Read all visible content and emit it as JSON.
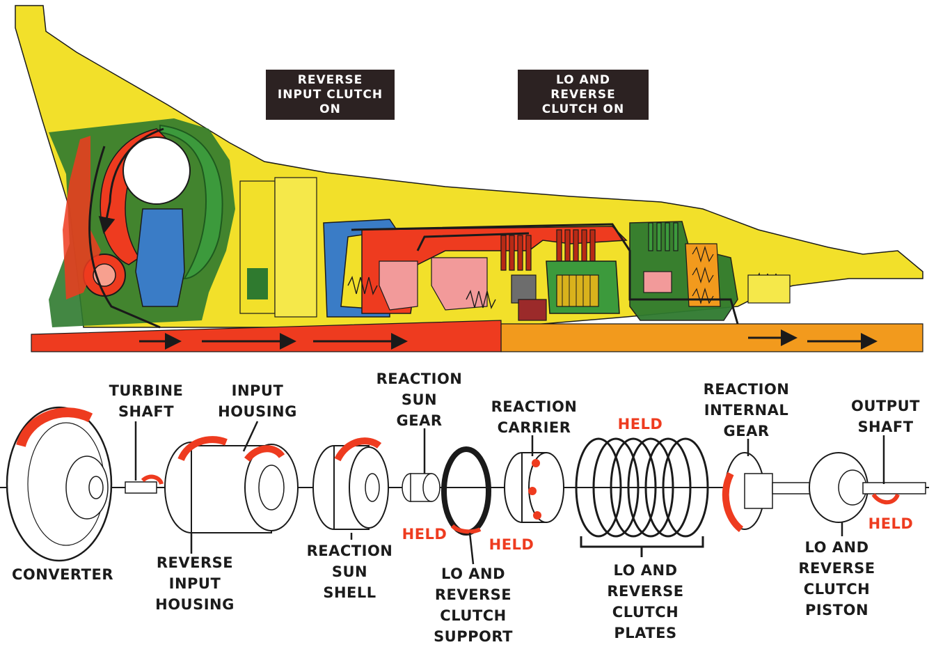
{
  "banners": {
    "reverse_input": "REVERSE\nINPUT CLUTCH\nON",
    "lo_reverse": "LO AND\nREVERSE\nCLUTCH ON"
  },
  "labels": {
    "turbine_shaft": "TURBINE\nSHAFT",
    "input_housing": "INPUT\nHOUSING",
    "reaction_sun_gear": "REACTION\nSUN\nGEAR",
    "reaction_carrier": "REACTION\nCARRIER",
    "held_plates": "HELD",
    "reaction_internal_gear": "REACTION\nINTERNAL\nGEAR",
    "output_shaft": "OUTPUT\nSHAFT",
    "converter": "CONVERTER",
    "reverse_input_housing": "REVERSE\nINPUT\nHOUSING",
    "reaction_sun_shell": "REACTION\nSUN\nSHELL",
    "held_support": "HELD",
    "lo_reverse_clutch_support": "LO AND REVERSE\nCLUTCH\nSUPPORT",
    "held_carrier": "HELD",
    "lo_reverse_clutch_plates": "LO AND REVERSE\nCLUTCH\nPLATES",
    "lo_reverse_clutch_piston": "LO AND REVERSE\nCLUTCH\nPISTON",
    "held_piston": "HELD"
  },
  "colors": {
    "case_yellow": "#f2e02a",
    "oil_red": "#ee3b1f",
    "converter_green": "#2f7a2f",
    "stator_blue": "#3a7cc6",
    "output_orange": "#f29a1d",
    "banner_bg": "#2c2222",
    "held_red": "#ee3b1f"
  }
}
